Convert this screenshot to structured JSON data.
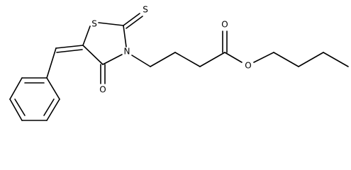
{
  "colors": {
    "background": "#ffffff",
    "ink": "#000000"
  },
  "molecule": {
    "atom_labels": [
      {
        "id": "S_ring",
        "text": "S"
      },
      {
        "id": "S_thione",
        "text": "S"
      },
      {
        "id": "N",
        "text": "N"
      },
      {
        "id": "O_ring",
        "text": "O"
      },
      {
        "id": "O_carbonyl",
        "text": "O"
      },
      {
        "id": "O_ester",
        "text": "O"
      }
    ]
  }
}
